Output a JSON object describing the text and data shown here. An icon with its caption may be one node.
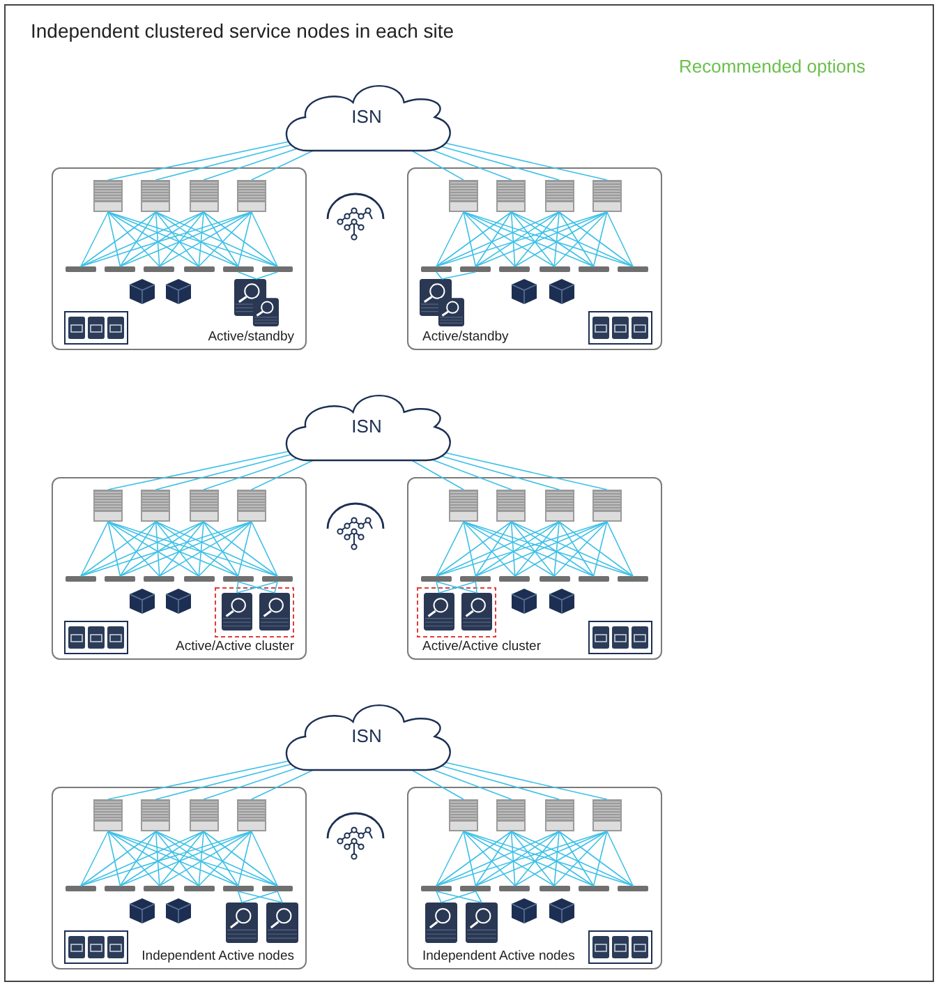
{
  "diagram": {
    "title": "Independent clustered service nodes in each site",
    "labels": [
      "Recommended options"
    ],
    "nodes": [
      {
        "text": [
          "ISN"
        ]
      },
      {
        "text": [
          "Active/standby"
        ]
      },
      {
        "text": [],
        "shape": "box",
        "in": 1
      },
      {
        "text": [],
        "shape": "box",
        "in": 1
      },
      {
        "text": [],
        "shape": "box",
        "in": 1
      },
      {
        "text": [],
        "shape": "box",
        "in": 1
      },
      {
        "text": [],
        "shape": "bar",
        "in": 1
      },
      {
        "text": [],
        "shape": "bar",
        "in": 1
      },
      {
        "text": [],
        "shape": "bar",
        "in": 1
      },
      {
        "text": [],
        "shape": "bar",
        "in": 1
      },
      {
        "text": [],
        "shape": "bar",
        "in": 1
      },
      {
        "text": [],
        "shape": "bar",
        "in": 1
      },
      {
        "text": [],
        "shape": "firewall",
        "in": 1
      },
      {
        "text": [
          "Active/standby"
        ]
      },
      {
        "text": [],
        "shape": "box",
        "in": 13
      },
      {
        "text": [],
        "shape": "box",
        "in": 13
      },
      {
        "text": [],
        "shape": "box",
        "in": 13
      },
      {
        "text": [],
        "shape": "box",
        "in": 13
      },
      {
        "text": [],
        "shape": "bar",
        "in": 13
      },
      {
        "text": [],
        "shape": "bar",
        "in": 13
      },
      {
        "text": [],
        "shape": "bar",
        "in": 13
      },
      {
        "text": [],
        "shape": "bar",
        "in": 13
      },
      {
        "text": [],
        "shape": "bar",
        "in": 13
      },
      {
        "text": [],
        "shape": "bar",
        "in": 13
      },
      {
        "text": [],
        "shape": "firewall",
        "in": 13
      },
      {
        "text": [
          "ISN"
        ]
      },
      {
        "text": [
          "Active/Active cluster"
        ]
      },
      {
        "text": [],
        "shape": "box",
        "in": 26
      },
      {
        "text": [],
        "shape": "box",
        "in": 26
      },
      {
        "text": [],
        "shape": "box",
        "in": 26
      },
      {
        "text": [],
        "shape": "box",
        "in": 26
      },
      {
        "text": [],
        "shape": "bar",
        "in": 26
      },
      {
        "text": [],
        "shape": "bar",
        "in": 26
      },
      {
        "text": [],
        "shape": "bar",
        "in": 26
      },
      {
        "text": [],
        "shape": "bar",
        "in": 26
      },
      {
        "text": [],
        "shape": "bar",
        "in": 26
      },
      {
        "text": [],
        "shape": "bar",
        "in": 26
      },
      {
        "text": [],
        "shape": "box",
        "in": 26
      },
      {
        "text": [],
        "shape": "firewall",
        "in": 37
      },
      {
        "text": [],
        "shape": "firewall",
        "in": 37
      },
      {
        "text": [
          "Active/Active cluster"
        ]
      },
      {
        "text": [],
        "shape": "box",
        "in": 40
      },
      {
        "text": [],
        "shape": "box",
        "in": 40
      },
      {
        "text": [],
        "shape": "box",
        "in": 40
      },
      {
        "text": [],
        "shape": "box",
        "in": 40
      },
      {
        "text": [],
        "shape": "bar",
        "in": 40
      },
      {
        "text": [],
        "shape": "bar",
        "in": 40
      },
      {
        "text": [],
        "shape": "bar",
        "in": 40
      },
      {
        "text": [],
        "shape": "bar",
        "in": 40
      },
      {
        "text": [],
        "shape": "bar",
        "in": 40
      },
      {
        "text": [],
        "shape": "bar",
        "in": 40
      },
      {
        "text": [],
        "shape": "box",
        "in": 40
      },
      {
        "text": [],
        "shape": "firewall",
        "in": 51
      },
      {
        "text": [],
        "shape": "firewall",
        "in": 51
      },
      {
        "text": [
          "ISN"
        ]
      },
      {
        "text": [
          "Independent Active nodes"
        ]
      },
      {
        "text": [],
        "shape": "box",
        "in": 55
      },
      {
        "text": [],
        "shape": "box",
        "in": 55
      },
      {
        "text": [],
        "shape": "box",
        "in": 55
      },
      {
        "text": [],
        "shape": "box",
        "in": 55
      },
      {
        "text": [],
        "shape": "bar",
        "in": 55
      },
      {
        "text": [],
        "shape": "bar",
        "in": 55
      },
      {
        "text": [],
        "shape": "bar",
        "in": 55
      },
      {
        "text": [],
        "shape": "bar",
        "in": 55
      },
      {
        "text": [],
        "shape": "bar",
        "in": 55
      },
      {
        "text": [],
        "shape": "bar",
        "in": 55
      },
      {
        "text": [],
        "shape": "firewall",
        "in": 55
      },
      {
        "text": [],
        "shape": "firewall",
        "in": 55
      },
      {
        "text": [
          "Independent Active nodes"
        ]
      },
      {
        "text": [],
        "shape": "box",
        "in": 68
      },
      {
        "text": [],
        "shape": "box",
        "in": 68
      },
      {
        "text": [],
        "shape": "box",
        "in": 68
      },
      {
        "text": [],
        "shape": "box",
        "in": 68
      },
      {
        "text": [],
        "shape": "bar",
        "in": 68
      },
      {
        "text": [],
        "shape": "bar",
        "in": 68
      },
      {
        "text": [],
        "shape": "bar",
        "in": 68
      },
      {
        "text": [],
        "shape": "bar",
        "in": 68
      },
      {
        "text": [],
        "shape": "bar",
        "in": 68
      },
      {
        "text": [],
        "shape": "bar",
        "in": 68
      },
      {
        "text": [],
        "shape": "firewall",
        "in": 68
      },
      {
        "text": [],
        "shape": "firewall",
        "in": 68
      }
    ],
    "edges": [
      {
        "from": 0,
        "to": 2,
        "arrow": "none"
      },
      {
        "from": 0,
        "to": 3,
        "arrow": "none"
      },
      {
        "from": 0,
        "to": 4,
        "arrow": "none"
      },
      {
        "from": 0,
        "to": 5,
        "arrow": "none"
      },
      {
        "from": 0,
        "to": 14,
        "arrow": "none"
      },
      {
        "from": 0,
        "to": 15,
        "arrow": "none"
      },
      {
        "from": 0,
        "to": 16,
        "arrow": "none"
      },
      {
        "from": 0,
        "to": 17,
        "arrow": "none"
      },
      {
        "from": 2,
        "to": 6,
        "arrow": "none"
      },
      {
        "from": 2,
        "to": 7,
        "arrow": "none"
      },
      {
        "from": 2,
        "to": 8,
        "arrow": "none"
      },
      {
        "from": 2,
        "to": 9,
        "arrow": "none"
      },
      {
        "from": 2,
        "to": 10,
        "arrow": "none"
      },
      {
        "from": 2,
        "to": 11,
        "arrow": "none"
      },
      {
        "from": 3,
        "to": 6,
        "arrow": "none"
      },
      {
        "from": 3,
        "to": 7,
        "arrow": "none"
      },
      {
        "from": 3,
        "to": 8,
        "arrow": "none"
      },
      {
        "from": 3,
        "to": 9,
        "arrow": "none"
      },
      {
        "from": 3,
        "to": 10,
        "arrow": "none"
      },
      {
        "from": 3,
        "to": 11,
        "arrow": "none"
      },
      {
        "from": 4,
        "to": 6,
        "arrow": "none"
      },
      {
        "from": 4,
        "to": 7,
        "arrow": "none"
      },
      {
        "from": 4,
        "to": 8,
        "arrow": "none"
      },
      {
        "from": 4,
        "to": 9,
        "arrow": "none"
      },
      {
        "from": 4,
        "to": 10,
        "arrow": "none"
      },
      {
        "from": 4,
        "to": 11,
        "arrow": "none"
      },
      {
        "from": 5,
        "to": 6,
        "arrow": "none"
      },
      {
        "from": 5,
        "to": 7,
        "arrow": "none"
      },
      {
        "from": 5,
        "to": 8,
        "arrow": "none"
      },
      {
        "from": 5,
        "to": 9,
        "arrow": "none"
      },
      {
        "from": 5,
        "to": 10,
        "arrow": "none"
      },
      {
        "from": 5,
        "to": 11,
        "arrow": "none"
      },
      {
        "from": 10,
        "to": 12,
        "arrow": "none"
      },
      {
        "from": 11,
        "to": 12,
        "arrow": "none"
      },
      {
        "from": 14,
        "to": 18,
        "arrow": "none"
      },
      {
        "from": 14,
        "to": 19,
        "arrow": "none"
      },
      {
        "from": 14,
        "to": 20,
        "arrow": "none"
      },
      {
        "from": 14,
        "to": 21,
        "arrow": "none"
      },
      {
        "from": 14,
        "to": 22,
        "arrow": "none"
      },
      {
        "from": 14,
        "to": 23,
        "arrow": "none"
      },
      {
        "from": 15,
        "to": 18,
        "arrow": "none"
      },
      {
        "from": 15,
        "to": 19,
        "arrow": "none"
      },
      {
        "from": 15,
        "to": 20,
        "arrow": "none"
      },
      {
        "from": 15,
        "to": 21,
        "arrow": "none"
      },
      {
        "from": 15,
        "to": 22,
        "arrow": "none"
      },
      {
        "from": 15,
        "to": 23,
        "arrow": "none"
      },
      {
        "from": 16,
        "to": 18,
        "arrow": "none"
      },
      {
        "from": 16,
        "to": 19,
        "arrow": "none"
      },
      {
        "from": 16,
        "to": 20,
        "arrow": "none"
      },
      {
        "from": 16,
        "to": 21,
        "arrow": "none"
      },
      {
        "from": 16,
        "to": 22,
        "arrow": "none"
      },
      {
        "from": 16,
        "to": 23,
        "arrow": "none"
      },
      {
        "from": 17,
        "to": 18,
        "arrow": "none"
      },
      {
        "from": 17,
        "to": 19,
        "arrow": "none"
      },
      {
        "from": 17,
        "to": 20,
        "arrow": "none"
      },
      {
        "from": 17,
        "to": 21,
        "arrow": "none"
      },
      {
        "from": 17,
        "to": 22,
        "arrow": "none"
      },
      {
        "from": 17,
        "to": 23,
        "arrow": "none"
      },
      {
        "from": 18,
        "to": 24,
        "arrow": "none"
      },
      {
        "from": 19,
        "to": 24,
        "arrow": "none"
      },
      {
        "from": 25,
        "to": 27,
        "arrow": "none"
      },
      {
        "from": 25,
        "to": 28,
        "arrow": "none"
      },
      {
        "from": 25,
        "to": 29,
        "arrow": "none"
      },
      {
        "from": 25,
        "to": 30,
        "arrow": "none"
      },
      {
        "from": 25,
        "to": 41,
        "arrow": "none"
      },
      {
        "from": 25,
        "to": 42,
        "arrow": "none"
      },
      {
        "from": 25,
        "to": 43,
        "arrow": "none"
      },
      {
        "from": 25,
        "to": 44,
        "arrow": "none"
      },
      {
        "from": 27,
        "to": 31,
        "arrow": "none"
      },
      {
        "from": 27,
        "to": 32,
        "arrow": "none"
      },
      {
        "from": 27,
        "to": 33,
        "arrow": "none"
      },
      {
        "from": 27,
        "to": 34,
        "arrow": "none"
      },
      {
        "from": 27,
        "to": 35,
        "arrow": "none"
      },
      {
        "from": 27,
        "to": 36,
        "arrow": "none"
      },
      {
        "from": 28,
        "to": 31,
        "arrow": "none"
      },
      {
        "from": 28,
        "to": 32,
        "arrow": "none"
      },
      {
        "from": 28,
        "to": 33,
        "arrow": "none"
      },
      {
        "from": 28,
        "to": 34,
        "arrow": "none"
      },
      {
        "from": 28,
        "to": 35,
        "arrow": "none"
      },
      {
        "from": 28,
        "to": 36,
        "arrow": "none"
      },
      {
        "from": 29,
        "to": 31,
        "arrow": "none"
      },
      {
        "from": 29,
        "to": 32,
        "arrow": "none"
      },
      {
        "from": 29,
        "to": 33,
        "arrow": "none"
      },
      {
        "from": 29,
        "to": 34,
        "arrow": "none"
      },
      {
        "from": 29,
        "to": 35,
        "arrow": "none"
      },
      {
        "from": 29,
        "to": 36,
        "arrow": "none"
      },
      {
        "from": 30,
        "to": 31,
        "arrow": "none"
      },
      {
        "from": 30,
        "to": 32,
        "arrow": "none"
      },
      {
        "from": 30,
        "to": 33,
        "arrow": "none"
      },
      {
        "from": 30,
        "to": 34,
        "arrow": "none"
      },
      {
        "from": 30,
        "to": 35,
        "arrow": "none"
      },
      {
        "from": 30,
        "to": 36,
        "arrow": "none"
      },
      {
        "from": 35,
        "to": 38,
        "arrow": "none"
      },
      {
        "from": 35,
        "to": 39,
        "arrow": "none"
      },
      {
        "from": 36,
        "to": 38,
        "arrow": "none"
      },
      {
        "from": 36,
        "to": 39,
        "arrow": "none"
      },
      {
        "from": 41,
        "to": 45,
        "arrow": "none"
      },
      {
        "from": 41,
        "to": 46,
        "arrow": "none"
      },
      {
        "from": 41,
        "to": 47,
        "arrow": "none"
      },
      {
        "from": 41,
        "to": 48,
        "arrow": "none"
      },
      {
        "from": 41,
        "to": 49,
        "arrow": "none"
      },
      {
        "from": 41,
        "to": 50,
        "arrow": "none"
      },
      {
        "from": 42,
        "to": 45,
        "arrow": "none"
      },
      {
        "from": 42,
        "to": 46,
        "arrow": "none"
      },
      {
        "from": 42,
        "to": 47,
        "arrow": "none"
      },
      {
        "from": 42,
        "to": 48,
        "arrow": "none"
      },
      {
        "from": 42,
        "to": 49,
        "arrow": "none"
      },
      {
        "from": 42,
        "to": 50,
        "arrow": "none"
      },
      {
        "from": 43,
        "to": 45,
        "arrow": "none"
      },
      {
        "from": 43,
        "to": 46,
        "arrow": "none"
      },
      {
        "from": 43,
        "to": 47,
        "arrow": "none"
      },
      {
        "from": 43,
        "to": 48,
        "arrow": "none"
      },
      {
        "from": 43,
        "to": 49,
        "arrow": "none"
      },
      {
        "from": 43,
        "to": 50,
        "arrow": "none"
      },
      {
        "from": 44,
        "to": 45,
        "arrow": "none"
      },
      {
        "from": 44,
        "to": 46,
        "arrow": "none"
      },
      {
        "from": 44,
        "to": 47,
        "arrow": "none"
      },
      {
        "from": 44,
        "to": 48,
        "arrow": "none"
      },
      {
        "from": 44,
        "to": 49,
        "arrow": "none"
      },
      {
        "from": 44,
        "to": 50,
        "arrow": "none"
      },
      {
        "from": 45,
        "to": 52,
        "arrow": "none"
      },
      {
        "from": 45,
        "to": 53,
        "arrow": "none"
      },
      {
        "from": 46,
        "to": 52,
        "arrow": "none"
      },
      {
        "from": 46,
        "to": 53,
        "arrow": "none"
      },
      {
        "from": 54,
        "to": 56,
        "arrow": "none"
      },
      {
        "from": 54,
        "to": 57,
        "arrow": "none"
      },
      {
        "from": 54,
        "to": 58,
        "arrow": "none"
      },
      {
        "from": 54,
        "to": 59,
        "arrow": "none"
      },
      {
        "from": 54,
        "to": 69,
        "arrow": "none"
      },
      {
        "from": 54,
        "to": 70,
        "arrow": "none"
      },
      {
        "from": 54,
        "to": 71,
        "arrow": "none"
      },
      {
        "from": 54,
        "to": 72,
        "arrow": "none"
      },
      {
        "from": 56,
        "to": 60,
        "arrow": "none"
      },
      {
        "from": 56,
        "to": 61,
        "arrow": "none"
      },
      {
        "from": 56,
        "to": 62,
        "arrow": "none"
      },
      {
        "from": 56,
        "to": 63,
        "arrow": "none"
      },
      {
        "from": 56,
        "to": 64,
        "arrow": "none"
      },
      {
        "from": 56,
        "to": 65,
        "arrow": "none"
      },
      {
        "from": 57,
        "to": 60,
        "arrow": "none"
      },
      {
        "from": 57,
        "to": 61,
        "arrow": "none"
      },
      {
        "from": 57,
        "to": 62,
        "arrow": "none"
      },
      {
        "from": 57,
        "to": 63,
        "arrow": "none"
      },
      {
        "from": 57,
        "to": 64,
        "arrow": "none"
      },
      {
        "from": 57,
        "to": 65,
        "arrow": "none"
      },
      {
        "from": 58,
        "to": 60,
        "arrow": "none"
      },
      {
        "from": 58,
        "to": 61,
        "arrow": "none"
      },
      {
        "from": 58,
        "to": 62,
        "arrow": "none"
      },
      {
        "from": 58,
        "to": 63,
        "arrow": "none"
      },
      {
        "from": 58,
        "to": 64,
        "arrow": "none"
      },
      {
        "from": 58,
        "to": 65,
        "arrow": "none"
      },
      {
        "from": 59,
        "to": 60,
        "arrow": "none"
      },
      {
        "from": 59,
        "to": 61,
        "arrow": "none"
      },
      {
        "from": 59,
        "to": 62,
        "arrow": "none"
      },
      {
        "from": 59,
        "to": 63,
        "arrow": "none"
      },
      {
        "from": 59,
        "to": 64,
        "arrow": "none"
      },
      {
        "from": 59,
        "to": 65,
        "arrow": "none"
      },
      {
        "from": 64,
        "to": 66,
        "arrow": "none"
      },
      {
        "from": 64,
        "to": 67,
        "arrow": "none"
      },
      {
        "from": 65,
        "to": 66,
        "arrow": "none"
      },
      {
        "from": 65,
        "to": 67,
        "arrow": "none"
      },
      {
        "from": 69,
        "to": 73,
        "arrow": "none"
      },
      {
        "from": 69,
        "to": 74,
        "arrow": "none"
      },
      {
        "from": 69,
        "to": 75,
        "arrow": "none"
      },
      {
        "from": 69,
        "to": 76,
        "arrow": "none"
      },
      {
        "from": 69,
        "to": 77,
        "arrow": "none"
      },
      {
        "from": 69,
        "to": 78,
        "arrow": "none"
      },
      {
        "from": 70,
        "to": 73,
        "arrow": "none"
      },
      {
        "from": 70,
        "to": 74,
        "arrow": "none"
      },
      {
        "from": 70,
        "to": 75,
        "arrow": "none"
      },
      {
        "from": 70,
        "to": 76,
        "arrow": "none"
      },
      {
        "from": 70,
        "to": 77,
        "arrow": "none"
      },
      {
        "from": 70,
        "to": 78,
        "arrow": "none"
      },
      {
        "from": 71,
        "to": 73,
        "arrow": "none"
      },
      {
        "from": 71,
        "to": 74,
        "arrow": "none"
      },
      {
        "from": 71,
        "to": 75,
        "arrow": "none"
      },
      {
        "from": 71,
        "to": 76,
        "arrow": "none"
      },
      {
        "from": 71,
        "to": 77,
        "arrow": "none"
      },
      {
        "from": 71,
        "to": 78,
        "arrow": "none"
      },
      {
        "from": 72,
        "to": 73,
        "arrow": "none"
      },
      {
        "from": 72,
        "to": 74,
        "arrow": "none"
      },
      {
        "from": 72,
        "to": 75,
        "arrow": "none"
      },
      {
        "from": 72,
        "to": 76,
        "arrow": "none"
      },
      {
        "from": 72,
        "to": 77,
        "arrow": "none"
      },
      {
        "from": 72,
        "to": 78,
        "arrow": "none"
      },
      {
        "from": 73,
        "to": 79,
        "arrow": "none"
      },
      {
        "from": 73,
        "to": 80,
        "arrow": "none"
      },
      {
        "from": 74,
        "to": 79,
        "arrow": "none"
      },
      {
        "from": 74,
        "to": 80,
        "arrow": "none"
      }
    ]
  }
}
